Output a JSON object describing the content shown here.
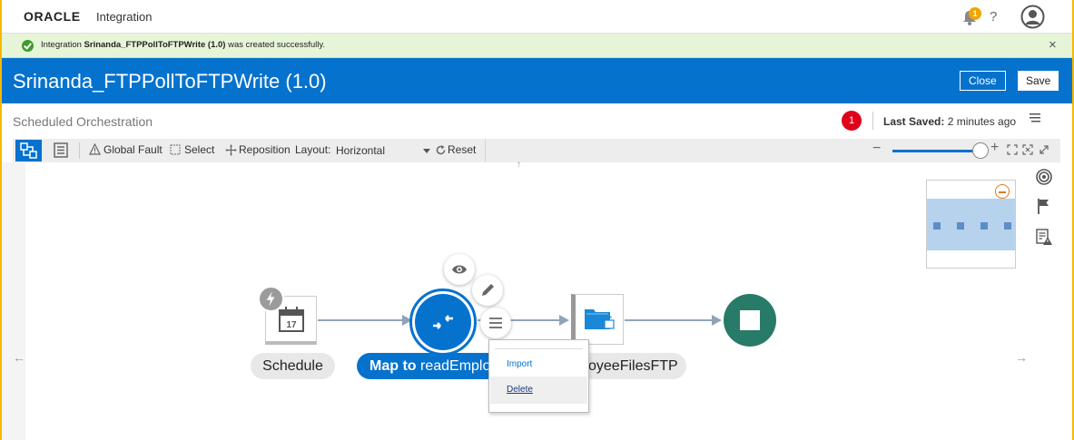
{
  "app": {
    "brand_logo": "ORACLE",
    "brand_product": "Integration",
    "notification_count": "1",
    "help_label": "?"
  },
  "banner": {
    "prefix": "Integration ",
    "name": "Srinanda_FTPPollToFTPWrite (1.0)",
    "suffix": " was created successfully.",
    "close_label": "×",
    "accent": "#3f9b2f"
  },
  "header": {
    "title": "Srinanda_FTPPollToFTPWrite (1.0)",
    "close_label": "Close",
    "save_label": "Save",
    "background": "#0572ce"
  },
  "subheader": {
    "orchestration_type": "Scheduled Orchestration",
    "error_count": "1",
    "last_saved_label": "Last Saved:",
    "last_saved_value": " 2 minutes ago"
  },
  "toolbar": {
    "global_fault": "Global Fault",
    "select": "Select",
    "reposition": "Reposition",
    "layout_label": "Layout:",
    "layout_value": "Horizontal",
    "reset": "Reset",
    "zoom_minus": "−",
    "zoom_plus": "+",
    "zoom_level": 0.88
  },
  "canvas": {
    "pan_left": "←",
    "pan_right": "→",
    "pan_up": "↑",
    "nodes": {
      "schedule_label": "Schedule",
      "map_label_bold": "Map to",
      "map_label_rest": " readEmplo",
      "ftp_label": "oyeeFilesFTP",
      "calendar_day": "17"
    },
    "context_menu": {
      "items": [
        "Import",
        "Delete"
      ]
    }
  }
}
